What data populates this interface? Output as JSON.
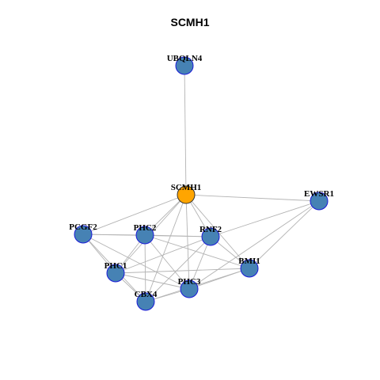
{
  "title": "SCMH1",
  "colors": {
    "center_fill": "#FFA500",
    "node_fill": "#4682B4",
    "node_stroke": "#1a1ad8",
    "center_stroke": "#333333",
    "edge": "#b4b4b4"
  },
  "nodes": [
    {
      "id": "UBQLN4",
      "label": "UBQLN4",
      "center": false
    },
    {
      "id": "SCMH1",
      "label": "SCMH1",
      "center": true
    },
    {
      "id": "EWSR1",
      "label": "EWSR1",
      "center": false
    },
    {
      "id": "PCGF2",
      "label": "PCGF2",
      "center": false
    },
    {
      "id": "PHC2",
      "label": "PHC2",
      "center": false
    },
    {
      "id": "RNF2",
      "label": "RNF2",
      "center": false
    },
    {
      "id": "BMI1",
      "label": "BMI1",
      "center": false
    },
    {
      "id": "PHC1",
      "label": "PHC1",
      "center": false
    },
    {
      "id": "PHC3",
      "label": "PHC3",
      "center": false
    },
    {
      "id": "CBX4",
      "label": "CBX4",
      "center": false
    }
  ],
  "edges": [
    [
      "SCMH1",
      "UBQLN4"
    ],
    [
      "SCMH1",
      "EWSR1"
    ],
    [
      "SCMH1",
      "PCGF2"
    ],
    [
      "SCMH1",
      "PHC2"
    ],
    [
      "SCMH1",
      "RNF2"
    ],
    [
      "SCMH1",
      "BMI1"
    ],
    [
      "SCMH1",
      "PHC1"
    ],
    [
      "SCMH1",
      "PHC3"
    ],
    [
      "SCMH1",
      "CBX4"
    ],
    [
      "EWSR1",
      "RNF2"
    ],
    [
      "EWSR1",
      "BMI1"
    ],
    [
      "EWSR1",
      "PHC3"
    ],
    [
      "PCGF2",
      "PHC2"
    ],
    [
      "PCGF2",
      "RNF2"
    ],
    [
      "PCGF2",
      "PHC1"
    ],
    [
      "PCGF2",
      "PHC3"
    ],
    [
      "PCGF2",
      "CBX4"
    ],
    [
      "PHC2",
      "RNF2"
    ],
    [
      "PHC2",
      "BMI1"
    ],
    [
      "PHC2",
      "PHC1"
    ],
    [
      "PHC2",
      "PHC3"
    ],
    [
      "PHC2",
      "CBX4"
    ],
    [
      "RNF2",
      "BMI1"
    ],
    [
      "RNF2",
      "PHC1"
    ],
    [
      "RNF2",
      "PHC3"
    ],
    [
      "RNF2",
      "CBX4"
    ],
    [
      "BMI1",
      "PHC1"
    ],
    [
      "BMI1",
      "PHC3"
    ],
    [
      "BMI1",
      "CBX4"
    ],
    [
      "PHC1",
      "PHC3"
    ],
    [
      "PHC1",
      "CBX4"
    ],
    [
      "PHC3",
      "CBX4"
    ]
  ]
}
